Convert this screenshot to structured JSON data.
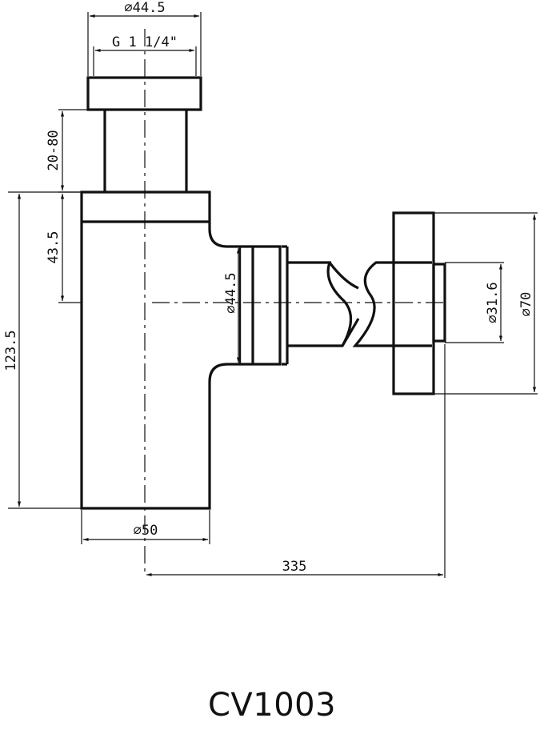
{
  "drawing": {
    "dimensions": {
      "top_outer_diameter": "⌀44.5",
      "thread": "G 1 1/4\"",
      "height_adjust": "20-80",
      "inlet_offset": "43.5",
      "overall_height": "123.5",
      "outlet_diameter": "⌀44.5",
      "wall_pipe_diameter": "⌀31.6",
      "flange_diameter": "⌀70",
      "body_diameter": "⌀50",
      "wall_distance": "335"
    },
    "model_number": "CV1003"
  }
}
